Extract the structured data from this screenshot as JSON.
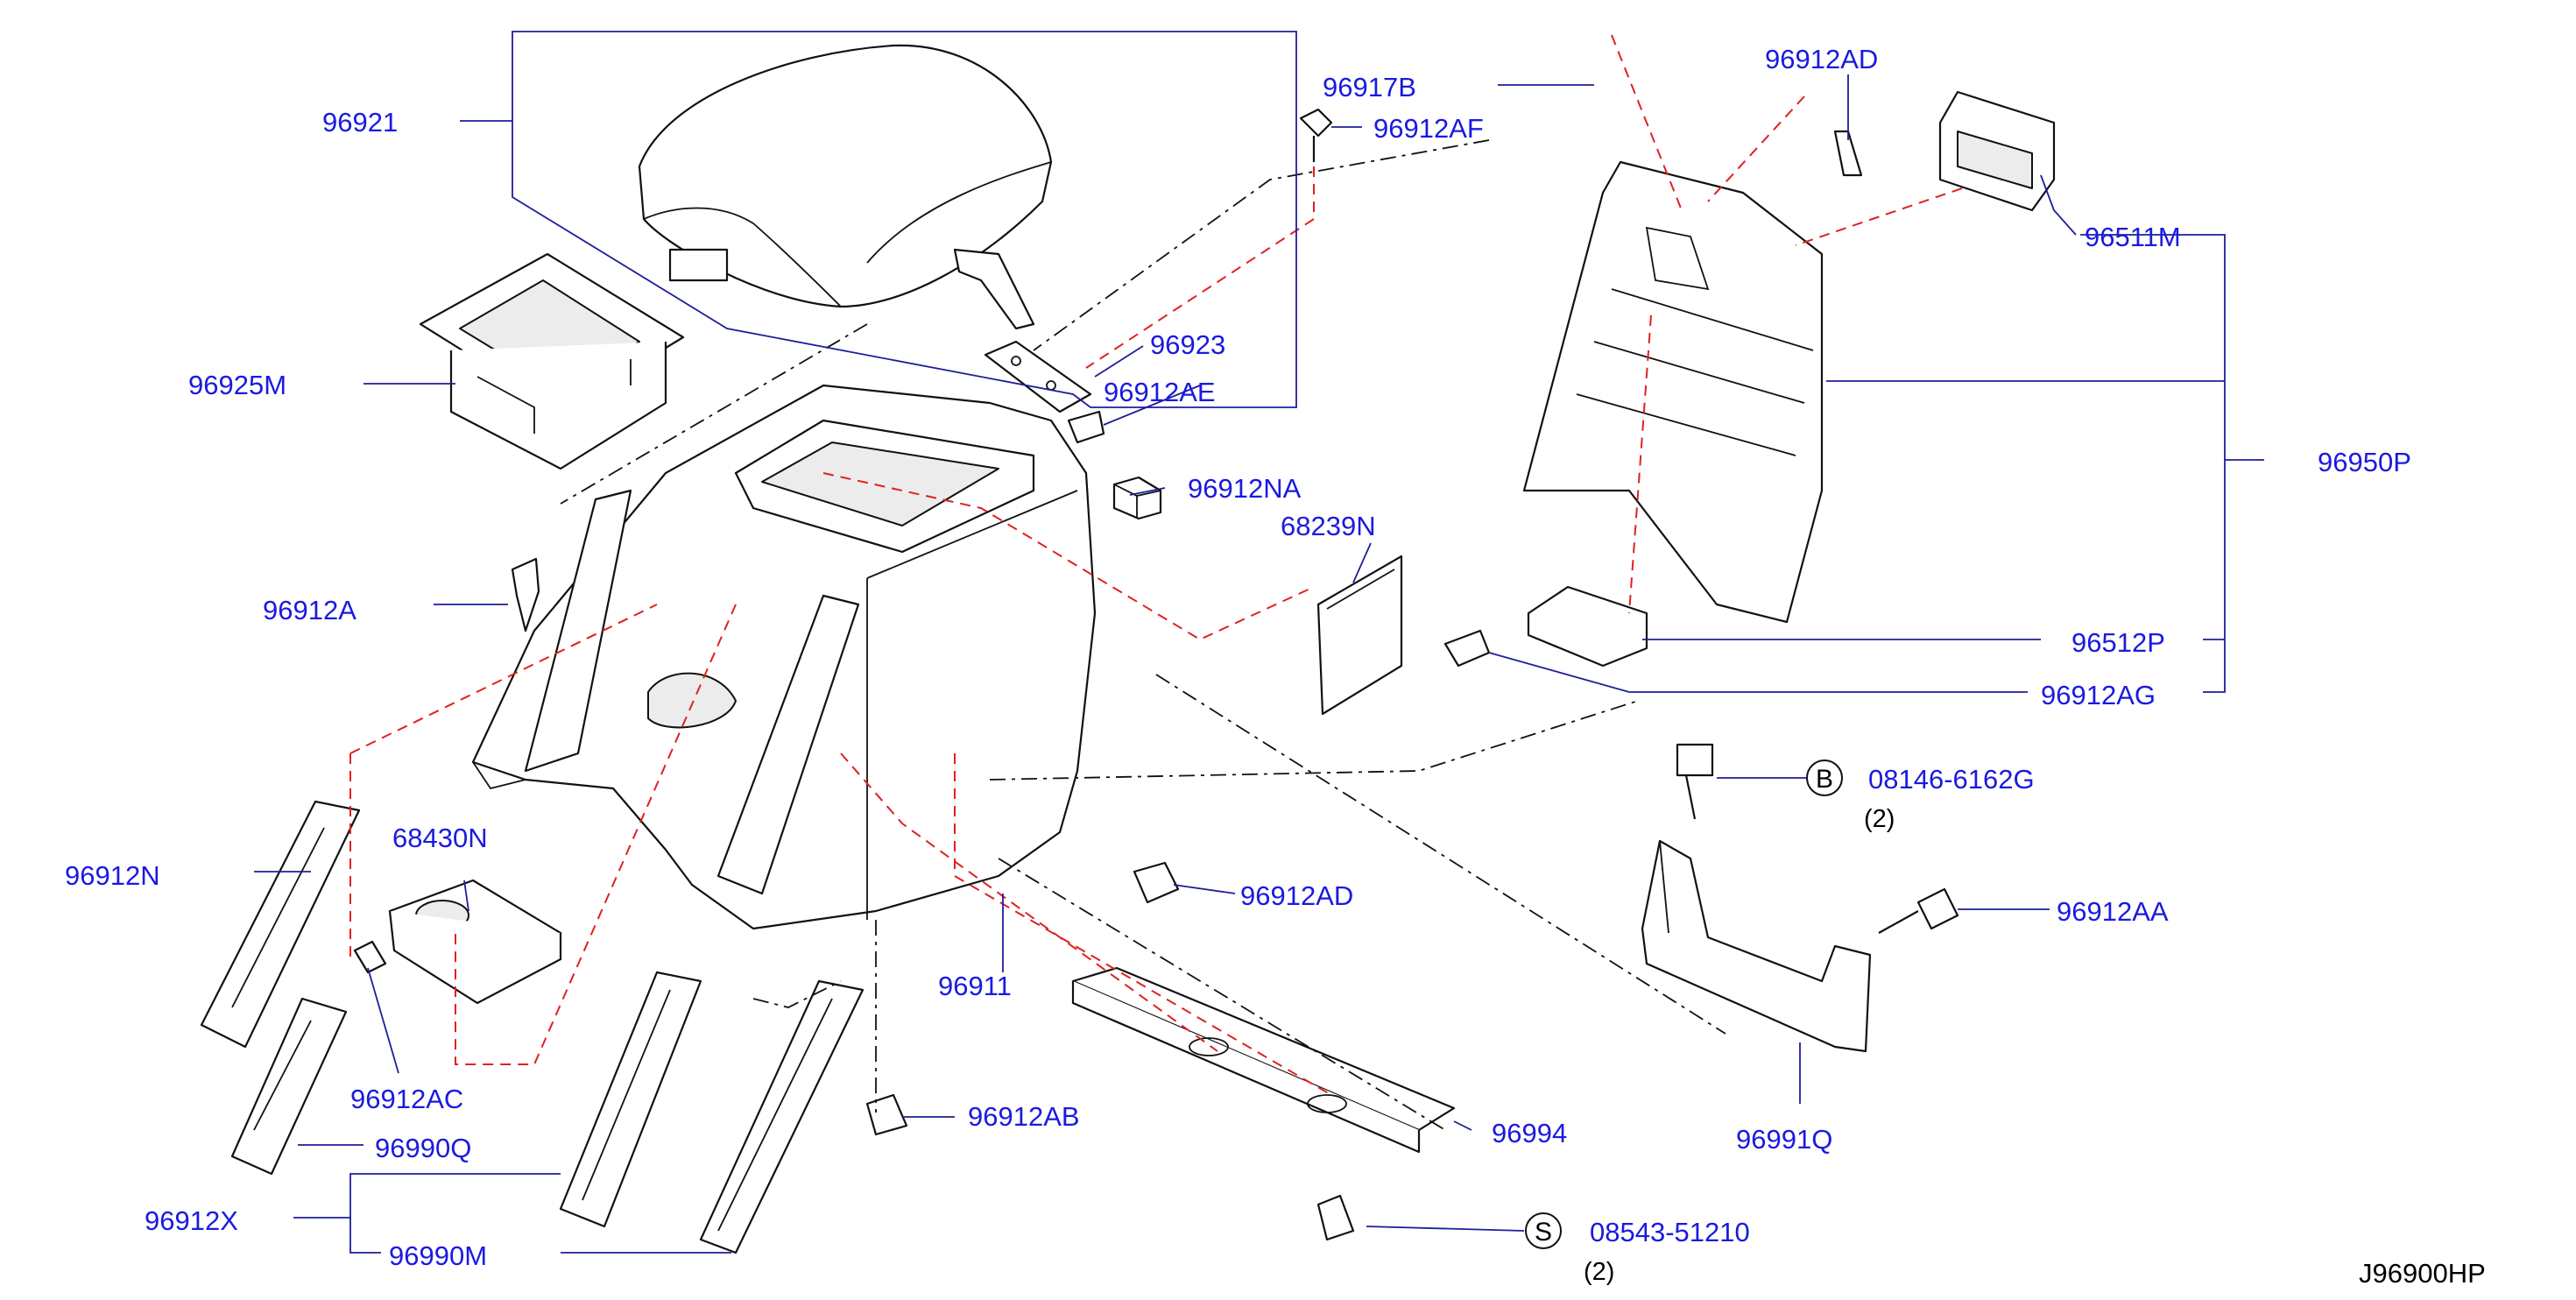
{
  "drawing": {
    "id": "J96900HP",
    "colors": {
      "part_number": "#1a1ae0",
      "leader": "#1e1e9a",
      "red_guide": "#e02020",
      "line": "#111111"
    }
  },
  "parts": {
    "p96921": "96921",
    "p96925M": "96925M",
    "p96917B": "96917B",
    "p96912AF": "96912AF",
    "p96912AD_top": "96912AD",
    "p96511M": "96511M",
    "p96923": "96923",
    "p96912AE": "96912AE",
    "p96912NA": "96912NA",
    "p68239N": "68239N",
    "p96950P": "96950P",
    "p96912A": "96912A",
    "p96512P": "96512P",
    "p96912AG": "96912AG",
    "p08146": "08146-6162G",
    "p08146_qty": "(2)",
    "p68430N": "68430N",
    "p96912N": "96912N",
    "p96912AD_mid": "96912AD",
    "p96912AA": "96912AA",
    "p96911": "96911",
    "p96912AC": "96912AC",
    "p96912AB": "96912AB",
    "p96994": "96994",
    "p96991Q": "96991Q",
    "p96990Q": "96990Q",
    "p96912X": "96912X",
    "p96990M": "96990M",
    "p08543": "08543-51210",
    "p08543_qty": "(2)"
  },
  "callouts": {
    "bolt_symbol": "B",
    "screw_symbol": "S"
  }
}
